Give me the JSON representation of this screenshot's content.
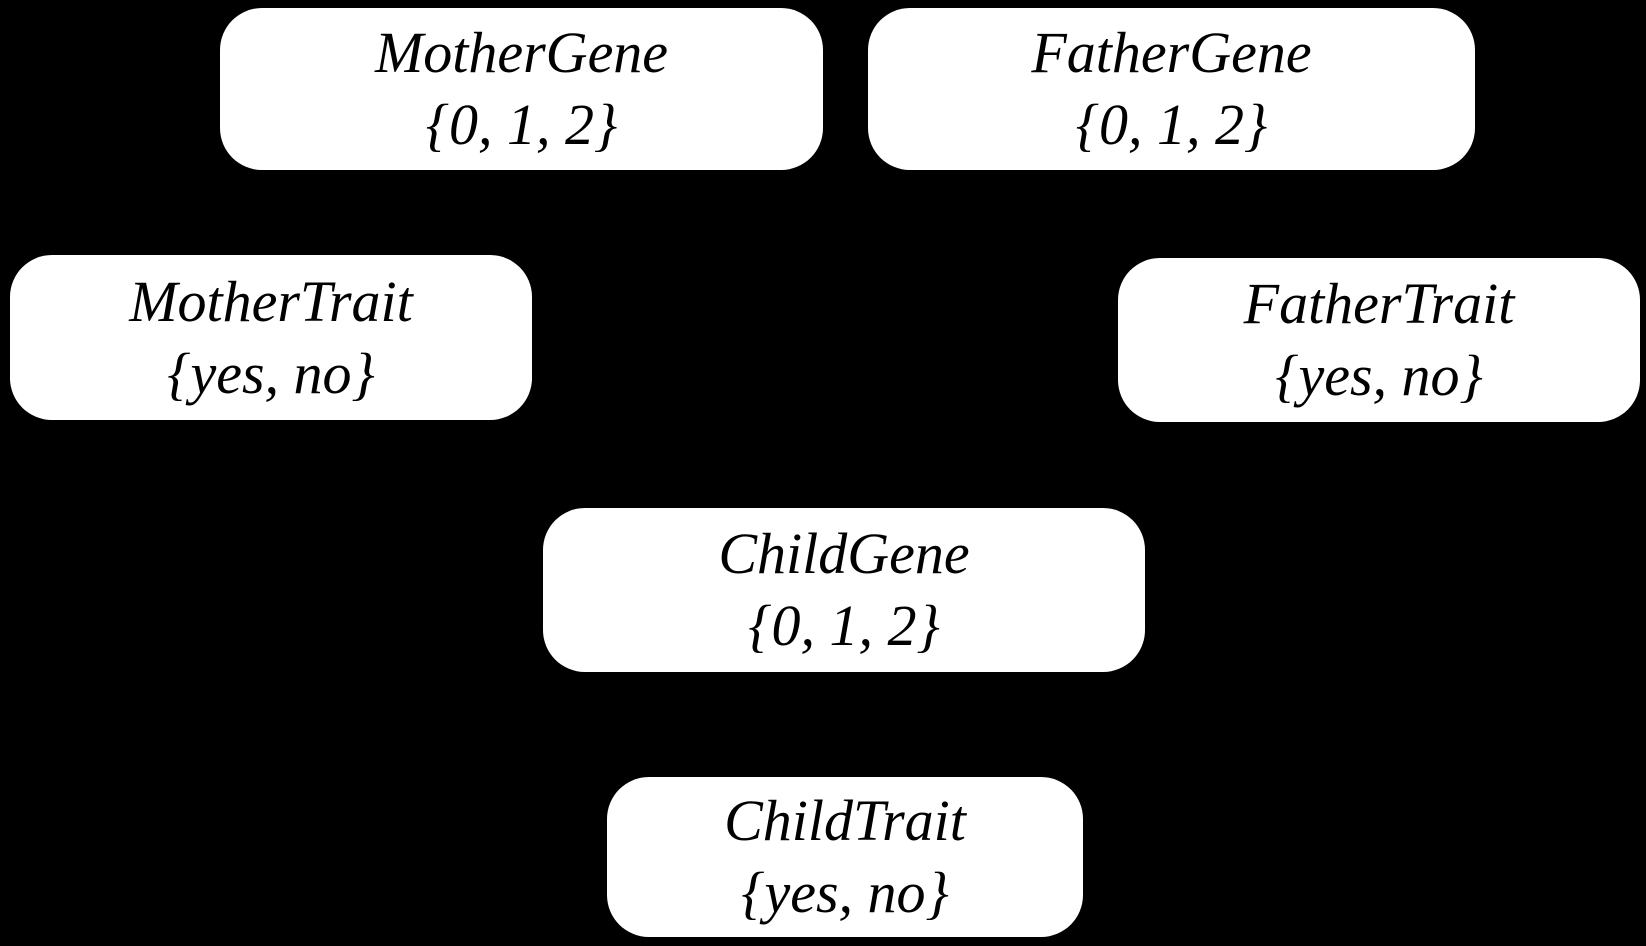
{
  "diagram": {
    "type": "bayesian-network",
    "colors": {
      "background": "#000000",
      "node_fill": "#ffffff",
      "node_text": "#000000"
    },
    "nodes": [
      {
        "id": "mother-gene",
        "label": "MotherGene",
        "values": "{0, 1, 2}"
      },
      {
        "id": "father-gene",
        "label": "FatherGene",
        "values": "{0, 1, 2}"
      },
      {
        "id": "mother-trait",
        "label": "MotherTrait",
        "values": "{yes, no}"
      },
      {
        "id": "father-trait",
        "label": "FatherTrait",
        "values": "{yes, no}"
      },
      {
        "id": "child-gene",
        "label": "ChildGene",
        "values": "{0, 1, 2}"
      },
      {
        "id": "child-trait",
        "label": "ChildTrait",
        "values": "{yes, no}"
      }
    ]
  }
}
